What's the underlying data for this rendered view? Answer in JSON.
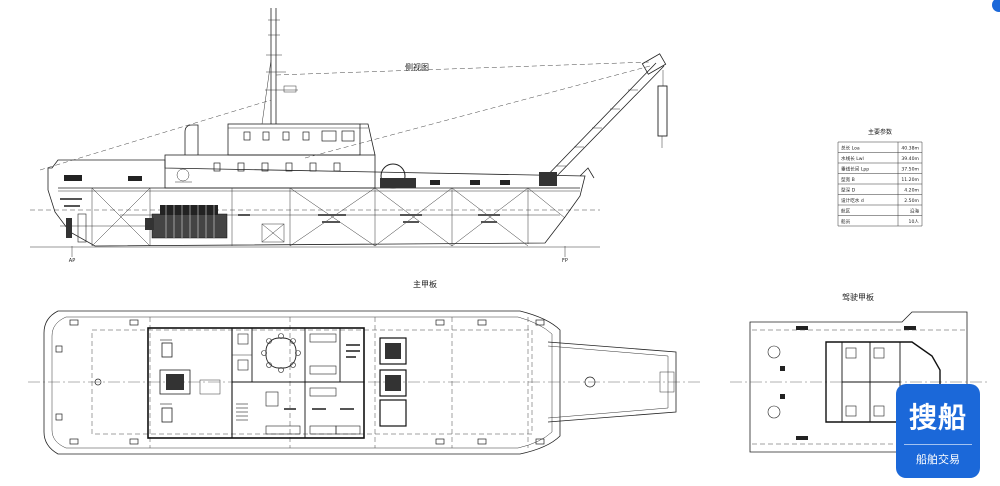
{
  "views": {
    "side_view_title": "侧视图",
    "main_deck_title": "主甲板",
    "wheelhouse_deck_title": "驾驶甲板"
  },
  "specs": {
    "title": "主要参数",
    "rows": [
      {
        "label": "总长 Loa",
        "value": "40.38m"
      },
      {
        "label": "水线长 Lwl",
        "value": "39.40m"
      },
      {
        "label": "垂线长间 Lpp",
        "value": "37.50m"
      },
      {
        "label": "型宽 B",
        "value": "11.20m"
      },
      {
        "label": "型深 D",
        "value": "4.20m"
      },
      {
        "label": "设计吃水 d",
        "value": "2.50m"
      },
      {
        "label": "航区",
        "value": "沿海"
      },
      {
        "label": "船员",
        "value": "10人"
      }
    ]
  },
  "markers": {
    "ap": "AP",
    "fp": "FP"
  },
  "badge": {
    "title": "搜船",
    "subtitle": "船舶交易"
  }
}
